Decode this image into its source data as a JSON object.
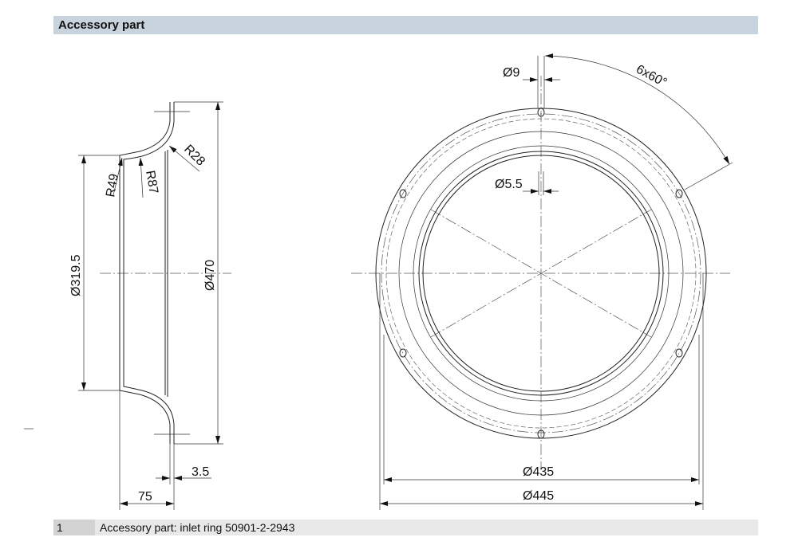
{
  "header": {
    "title": "Accessory part"
  },
  "footer": {
    "item_number": "1",
    "description": "Accessory part: inlet ring 50901-2-2943"
  },
  "side_view": {
    "dim_radius_49": "R49",
    "dim_radius_87": "R87",
    "dim_radius_28": "R28",
    "dim_diameter_319_5": "Ø319.5",
    "dim_diameter_470": "Ø470",
    "dim_thickness": "3.5",
    "dim_depth": "75"
  },
  "front_view": {
    "dim_hole_9": "Ø9",
    "dim_hole_5_5": "Ø5.5",
    "dim_angle": "6x60°",
    "dim_diameter_435": "Ø435",
    "dim_diameter_445": "Ø445"
  }
}
